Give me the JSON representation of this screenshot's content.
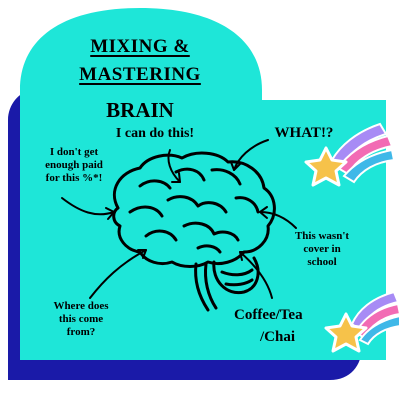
{
  "colors": {
    "background": "#ffffff",
    "shadow": "#1a1aa8",
    "panel": "#1ee6d8",
    "ink": "#000000",
    "star_fill": "#f6c24a",
    "trail_purple": "#a78bf5",
    "trail_pink": "#f26bb4",
    "trail_blue": "#3fb8e8"
  },
  "title": {
    "line1": "MIXING &",
    "line2": "MASTERING",
    "line3": "BRAIN"
  },
  "labels": {
    "i_can_do_this": "I can do this!",
    "what": "WHAT!?",
    "not_enough_paid_1": "I don't get",
    "not_enough_paid_2": "enough paid",
    "not_enough_paid_3": "for this %*!",
    "not_in_school_1": "This wasn't",
    "not_in_school_2": "cover in",
    "not_in_school_3": "school",
    "where_from_1": "Where does",
    "where_from_2": "this come",
    "where_from_3": "from?",
    "coffee_1": "Coffee/Tea",
    "coffee_2": "/Chai"
  },
  "icons": [
    "brain-icon",
    "shooting-star-icon",
    "arrow-icon"
  ]
}
